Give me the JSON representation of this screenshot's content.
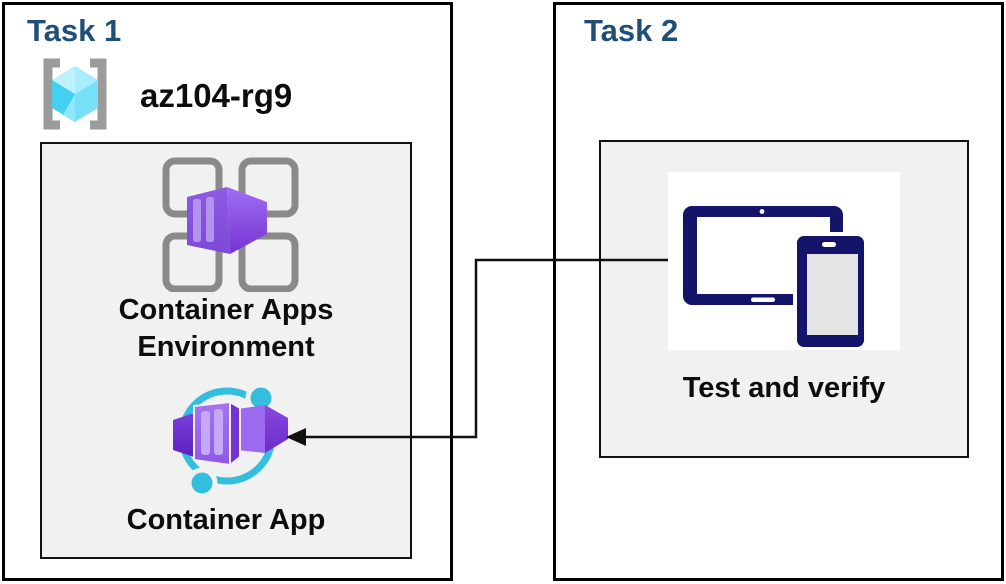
{
  "diagram": {
    "task1": {
      "title": "Task 1",
      "resource_group_name": "az104-rg9",
      "environment_label_line1": "Container Apps",
      "environment_label_line2": "Environment",
      "app_label": "Container App"
    },
    "task2": {
      "title": "Task 2",
      "card_label": "Test and verify"
    },
    "connector": {
      "from": "test-and-verify-card",
      "to": "container-app-icon",
      "style": "right-angle-arrow"
    }
  },
  "icons": {
    "resource_group": "resource-group-icon",
    "container_apps_environment": "container-apps-environment-icon",
    "container_app": "container-app-icon",
    "devices": "tablet-and-phone-icon"
  },
  "colors": {
    "task_title_blue": "#1F4E79",
    "label_text": "#0D0D0D",
    "inner_panel_fill": "#F1F1F1",
    "panel_border": "#000000",
    "icon_purple": "#8A4FE8",
    "icon_purple_dark": "#7434D2",
    "icon_purple_light": "#C6A9F6",
    "orbit_cyan": "#33BEDD",
    "cube_cyan": "#55D7F3",
    "bracket_gray": "#9B9B9B",
    "grid_gray": "#8A8A8A",
    "device_navy": "#14146B",
    "device_screen_gray": "#E4E4E4"
  }
}
